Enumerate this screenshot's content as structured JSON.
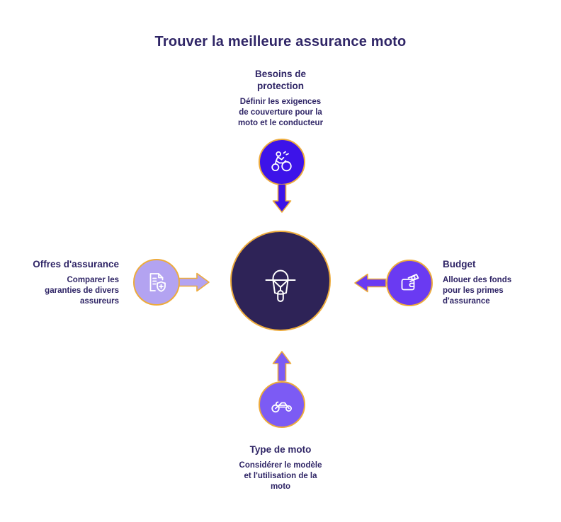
{
  "title": "Trouver la meilleure assurance moto",
  "center": {
    "icon": "motorcycle-front-icon"
  },
  "nodes": {
    "top": {
      "heading": "Besoins de\nprotection",
      "description": "Définir les exigences\nde couverture pour la\nmoto et le conducteur",
      "icon": "motocross-rider-icon",
      "arrow_direction": "down"
    },
    "right": {
      "heading": "Budget",
      "description": "Allouer des fonds\npour les primes\nd'assurance",
      "icon": "wallet-money-icon",
      "arrow_direction": "left"
    },
    "bottom": {
      "heading": "Type de moto",
      "description": "Considérer le modèle\net l'utilisation de la\nmoto",
      "icon": "motorcycle-side-icon",
      "arrow_direction": "up"
    },
    "left": {
      "heading": "Offres d'assurance",
      "description": "Comparer les\ngaranties de divers\nassureurs",
      "icon": "document-shield-plus-icon",
      "arrow_direction": "right"
    }
  },
  "colors": {
    "accent_top": "#3D13E9",
    "accent_right": "#6A3AF2",
    "accent_bottom": "#7C5BF4",
    "accent_left": "#B3A3F1",
    "center_bg": "#2E2357",
    "outline_gold": "#EDAB3C",
    "text_dark": "#2F2566",
    "icon_white": "#FFFFFF",
    "background": "#FFFFFF"
  }
}
